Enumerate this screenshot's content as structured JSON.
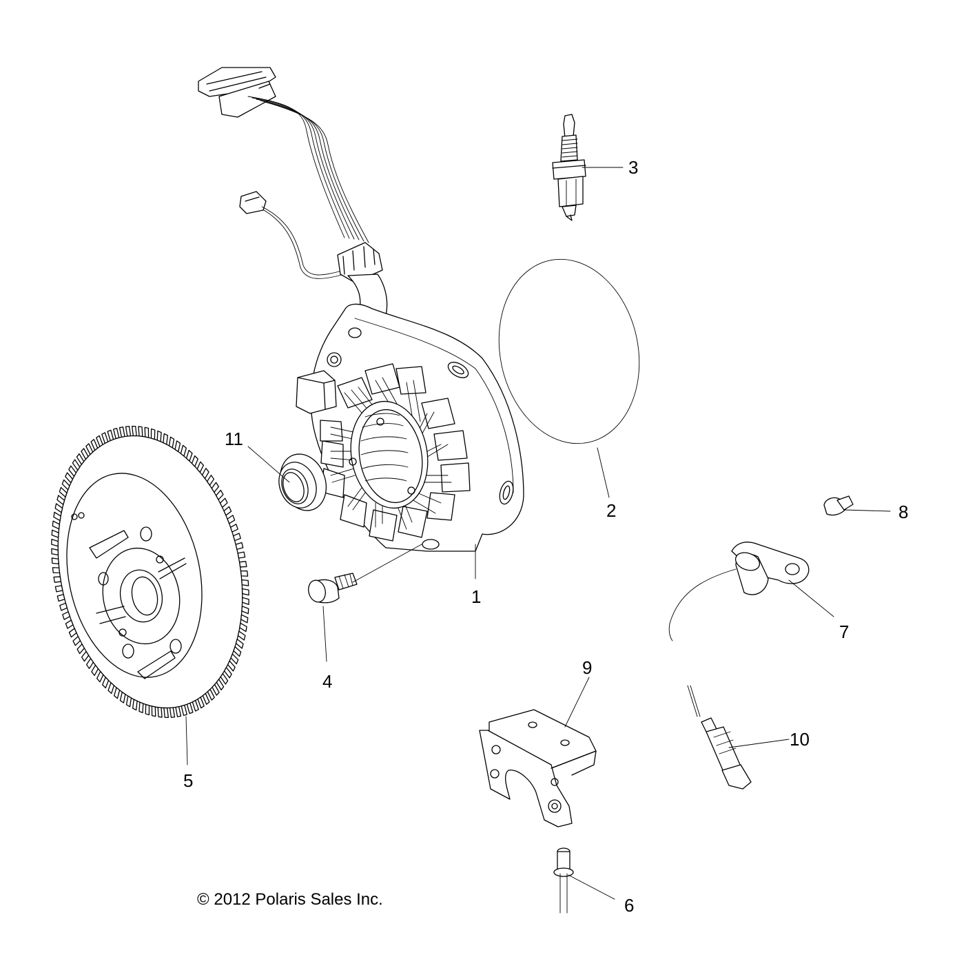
{
  "callouts": {
    "c1": "1",
    "c2": "2",
    "c3": "3",
    "c4": "4",
    "c5": "5",
    "c6": "6",
    "c7": "7",
    "c8": "8",
    "c9": "9",
    "c10": "10",
    "c11": "11"
  },
  "copyright": "© 2012 Polaris Sales Inc."
}
